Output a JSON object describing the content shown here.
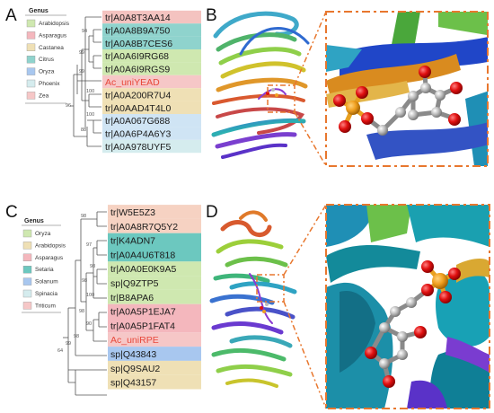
{
  "panels": {
    "A": {
      "letter": "A",
      "legend_title": "Genus",
      "legend": [
        {
          "name": "Arabidopsis",
          "color": "#cfe8b0"
        },
        {
          "name": "Asparagus",
          "color": "#f4b7bd"
        },
        {
          "name": "Castanea",
          "color": "#efe0b5"
        },
        {
          "name": "Citrus",
          "color": "#8fd3cd"
        },
        {
          "name": "Oryza",
          "color": "#a8c7ef"
        },
        {
          "name": "Phoenix",
          "color": "#d5ecee"
        },
        {
          "name": "Zea",
          "color": "#f6c7c7"
        }
      ],
      "leaves": [
        {
          "label": "tr|A0A8T3AA14",
          "color": "#f4c3c0",
          "highlight": false
        },
        {
          "label": "tr|A0A8B9A750",
          "color": "#8fd3cd",
          "highlight": false
        },
        {
          "label": "tr|A0A8B7CES6",
          "color": "#8fd3cd",
          "highlight": false
        },
        {
          "label": "tr|A0A6I9RG68",
          "color": "#cfe8b0",
          "highlight": false
        },
        {
          "label": "tr|A0A6I9RGS9",
          "color": "#cfe8b0",
          "highlight": false
        },
        {
          "label": "Ac_uniYEAD",
          "color": "#f6c7c7",
          "highlight": true
        },
        {
          "label": "tr|A0A200R7U4",
          "color": "#efe0b5",
          "highlight": false
        },
        {
          "label": "tr|A0AAD4T4L0",
          "color": "#efe0b5",
          "highlight": false
        },
        {
          "label": "tr|A0A067G688",
          "color": "#cfe4f4",
          "highlight": false
        },
        {
          "label": "tr|A0A6P4A6Y3",
          "color": "#cfe4f4",
          "highlight": false
        },
        {
          "label": "tr|A0A978UYF5",
          "color": "#d5ecee",
          "highlight": false
        }
      ],
      "bootstraps": [
        "99",
        "94",
        "99",
        "100",
        "100",
        "96",
        "88"
      ]
    },
    "B": {
      "letter": "B"
    },
    "C": {
      "letter": "C",
      "legend_title": "Genus",
      "legend": [
        {
          "name": "Oryza",
          "color": "#cfe8b0"
        },
        {
          "name": "Arabidopsis",
          "color": "#efe0b5"
        },
        {
          "name": "Asparagus",
          "color": "#f4b7bd"
        },
        {
          "name": "Setaria",
          "color": "#6cc8bf"
        },
        {
          "name": "Solanum",
          "color": "#a8c7ef"
        },
        {
          "name": "Spinacia",
          "color": "#d5ecee"
        },
        {
          "name": "Triticum",
          "color": "#f6c7c7"
        }
      ],
      "leaves": [
        {
          "label": "tr|W5E5Z3",
          "color": "#f6d2c2",
          "highlight": false
        },
        {
          "label": "tr|A0A8R7Q5Y2",
          "color": "#f6d2c2",
          "highlight": false
        },
        {
          "label": "tr|K4ADN7",
          "color": "#6cc8bf",
          "highlight": false
        },
        {
          "label": "tr|A0A4U6T818",
          "color": "#6cc8bf",
          "highlight": false
        },
        {
          "label": "tr|A0A0E0K9A5",
          "color": "#cfe8b0",
          "highlight": false
        },
        {
          "label": "sp|Q9ZTP5",
          "color": "#cfe8b0",
          "highlight": false
        },
        {
          "label": "tr|B8APA6",
          "color": "#cfe8b0",
          "highlight": false
        },
        {
          "label": "tr|A0A5P1EJA7",
          "color": "#f4b7bd",
          "highlight": false
        },
        {
          "label": "tr|A0A5P1FAT4",
          "color": "#f4b7bd",
          "highlight": false
        },
        {
          "label": "Ac_uniRPE",
          "color": "#f6c7c7",
          "highlight": true
        },
        {
          "label": "sp|Q43843",
          "color": "#a8c7ef",
          "highlight": false
        },
        {
          "label": "sp|Q9SAU2",
          "color": "#efe0b5",
          "highlight": false
        },
        {
          "label": "sp|Q43157",
          "color": "#efe0b5",
          "highlight": false
        }
      ],
      "bootstraps": [
        "98",
        "97",
        "98",
        "98",
        "100",
        "98",
        "90",
        "98",
        "99",
        "64"
      ]
    },
    "D": {
      "letter": "D"
    }
  },
  "colors": {
    "accent_dash": "#e8772e",
    "highlight_text": "#e8483b"
  }
}
